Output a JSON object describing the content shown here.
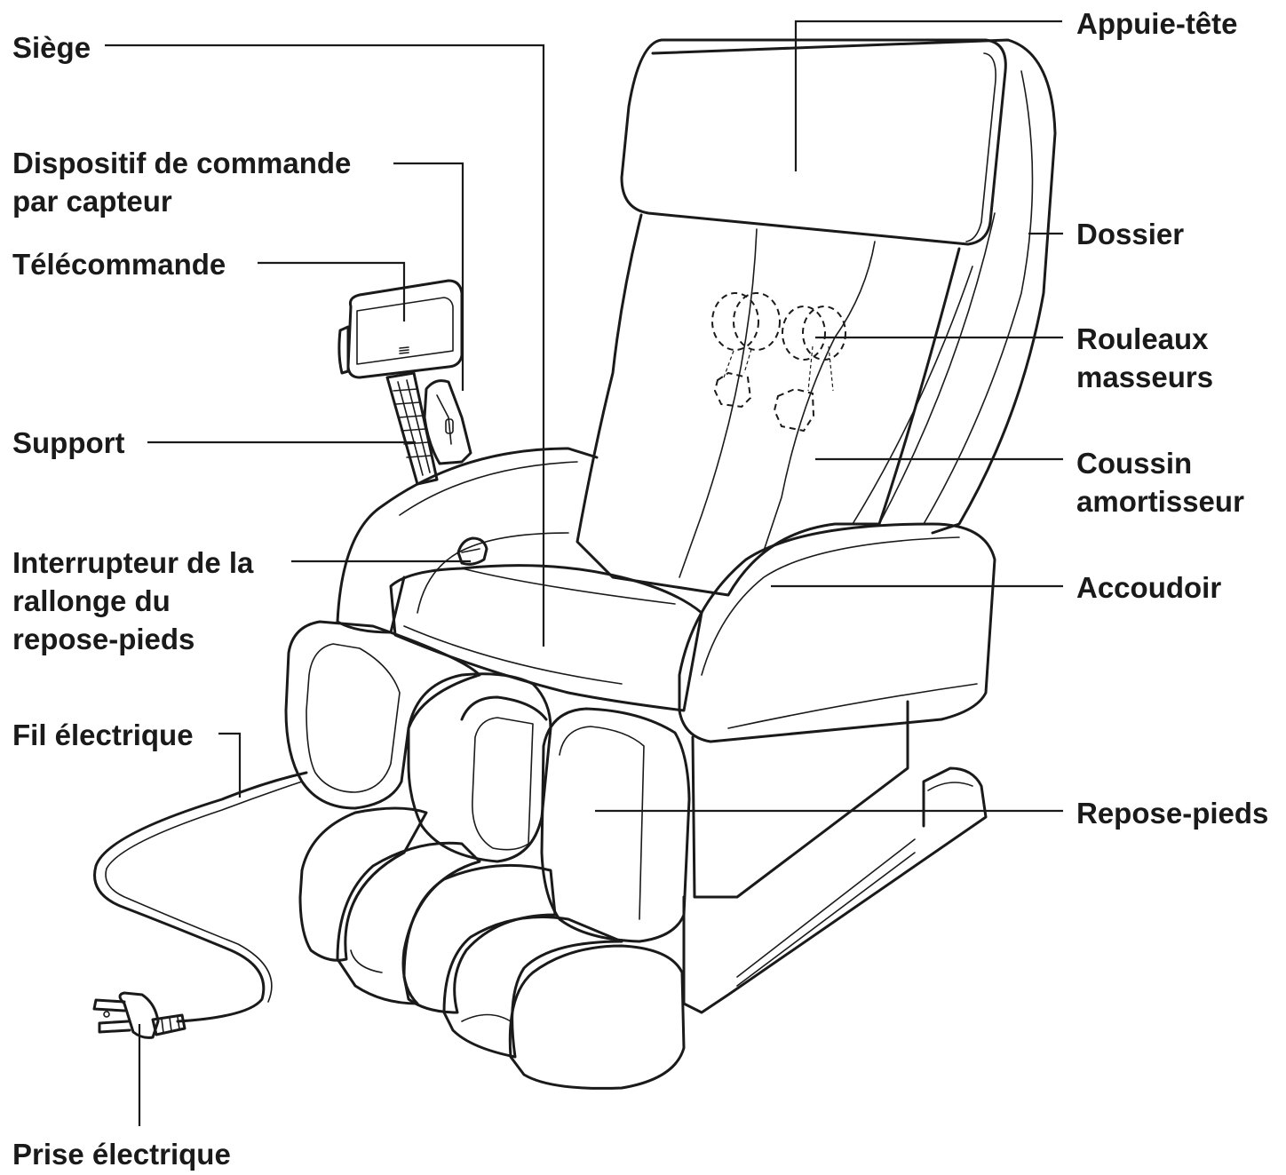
{
  "labels": {
    "siege": "Siège",
    "dispositif": "Dispositif de commande\npar capteur",
    "telecommande": "Télécommande",
    "support": "Support",
    "interrupteur": "Interrupteur de la\nrallonge du\nrepose-pieds",
    "fil": "Fil électrique",
    "prise": "Prise électrique",
    "appuie_tete": "Appuie-tête",
    "dossier": "Dossier",
    "rouleaux": "Rouleaux\nmasseurs",
    "coussin": "Coussin\namortisseur",
    "accoudoir": "Accoudoir",
    "repose_pieds": "Repose-pieds"
  },
  "colors": {
    "ink": "#1a1a1a",
    "background": "#ffffff"
  }
}
